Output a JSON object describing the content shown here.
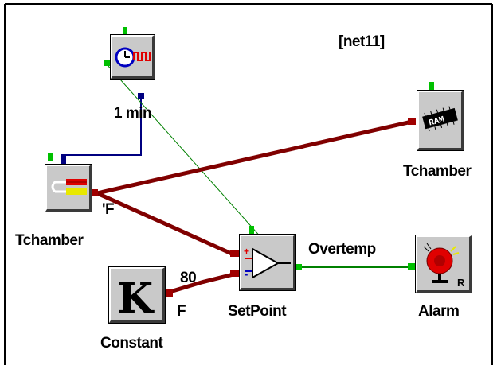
{
  "network": {
    "name": "[net11]"
  },
  "blocks": {
    "clock": {
      "label": "1 min",
      "icon": "timer-clock-icon"
    },
    "thermocouple": {
      "label": "Tchamber",
      "port_label": "'F",
      "icon": "thermocouple-probe-icon"
    },
    "ram": {
      "label": "Tchamber",
      "icon": "ram-chip-icon"
    },
    "comparator": {
      "label": "SetPoint",
      "output_label": "Overtemp",
      "icon": "comparator-icon"
    },
    "constant": {
      "label": "Constant",
      "value": "80",
      "unit": "F",
      "icon": "constant-k-icon"
    },
    "alarm": {
      "label": "Alarm",
      "icon": "alarm-bell-icon"
    }
  },
  "colors": {
    "analog_wire": "#800000",
    "digital_wire": "#008000",
    "control_wire": "#000080",
    "port_green": "#00c000",
    "port_red": "#a00000",
    "block_face": "#c9c9c9"
  }
}
